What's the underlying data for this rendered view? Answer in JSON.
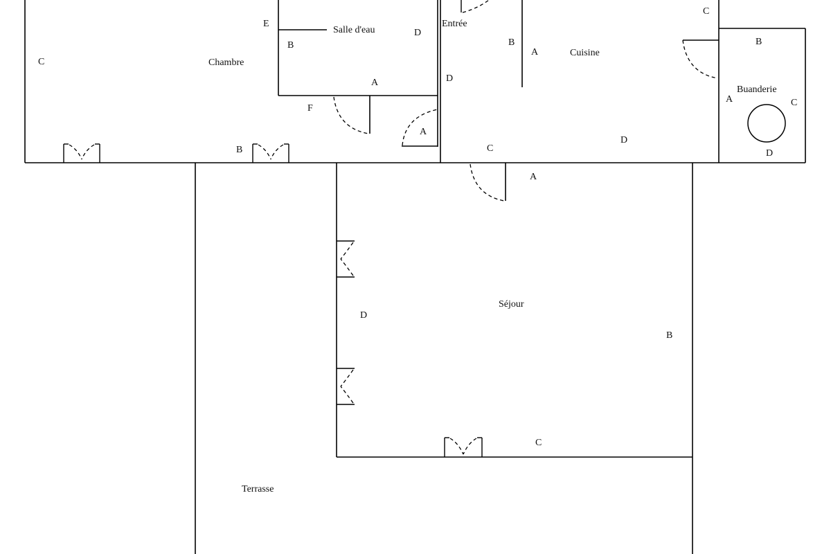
{
  "rooms": {
    "chambre": "Chambre",
    "salle_deau": "Salle d'eau",
    "entree": "Entrée",
    "cuisine": "Cuisine",
    "buanderie": "Buanderie",
    "sejour": "Séjour",
    "terrasse": "Terrasse"
  },
  "wall_labels": {
    "chambre_c": "C",
    "chambre_e": "E",
    "chambre_b": "B",
    "chambre_f": "F",
    "salle_b": "B",
    "salle_d": "D",
    "salle_a": "A",
    "entree_d": "D",
    "entree_a": "A",
    "entree_b": "B",
    "cuisine_a": "A",
    "cuisine_c_top": "C",
    "cuisine_c": "C",
    "cuisine_d": "D",
    "buanderie_b": "B",
    "buanderie_a": "A",
    "buanderie_c": "C",
    "buanderie_d": "D",
    "sejour_a": "A",
    "sejour_d": "D",
    "sejour_b": "B",
    "sejour_c": "C"
  }
}
